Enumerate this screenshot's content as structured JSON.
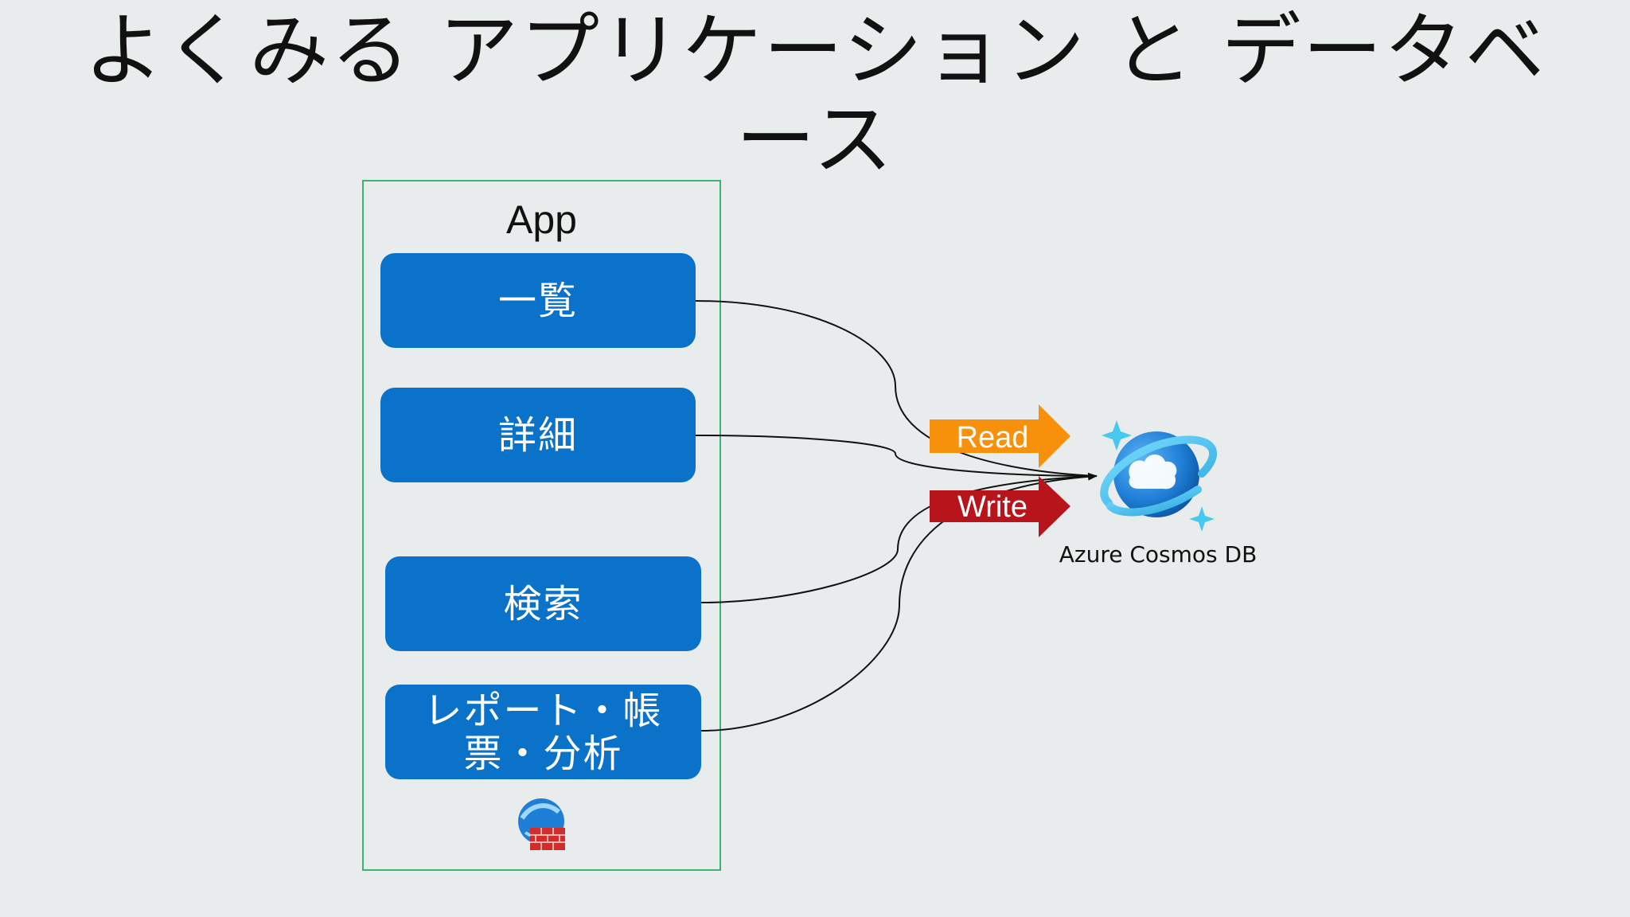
{
  "title": "よくみる アプリケーション と データベース",
  "app": {
    "label": "App",
    "features": [
      "一覧",
      "詳細",
      "検索",
      "レポート・帳票・分析"
    ],
    "bottom_icon": "web-app-firewall-icon"
  },
  "arrows": {
    "read_label": "Read",
    "write_label": "Write",
    "read_color": "#f7900a",
    "write_color": "#b8141c"
  },
  "database": {
    "label": "Azure Cosmos DB",
    "icon": "azure-cosmos-db-icon"
  },
  "colors": {
    "feature_fill": "#0a72c8",
    "app_border": "#3cb371",
    "background": "#e9ecec"
  }
}
